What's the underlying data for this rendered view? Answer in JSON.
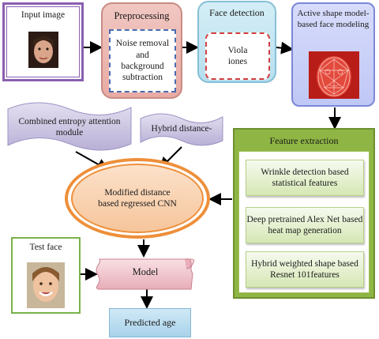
{
  "nodes": {
    "input_image": {
      "label": "Input image"
    },
    "preprocessing": {
      "title": "Preprocessing",
      "detail": "Noise removal and background subtraction"
    },
    "face_detection": {
      "title": "Face detection",
      "detail": "Viola iones"
    },
    "active_shape": {
      "title": "Active shape model-based face modeling"
    },
    "combined_entropy": {
      "label": "Combined entropy attention module"
    },
    "hybrid_distance": {
      "label": "Hybrid distance-"
    },
    "modified_cnn": {
      "label": "Modified distance based regressed CNN"
    },
    "feature_extraction": {
      "title": "Feature extraction",
      "items": [
        "Wrinkle detection based statistical features",
        "Deep pretrained Alex Net based heat map generation",
        "Hybrid weighted shape based Resnet 101features"
      ]
    },
    "test_face": {
      "label": "Test face"
    },
    "model": {
      "label": "Model"
    },
    "predicted_age": {
      "label": "Predicted age"
    }
  },
  "colors": {
    "purple_frame": "#8a5fae",
    "preprocess_fill": "#e8aba3",
    "face_detect_fill": "#b7dfee",
    "asm_fill": "#bfc7f5",
    "feature_green": "#8fb544",
    "cnn_orange": "#ee8f3a",
    "model_pink": "#f3c6cf",
    "predicted_blue": "#a8d2ea",
    "wave_lavender": "#c7bfe0"
  }
}
